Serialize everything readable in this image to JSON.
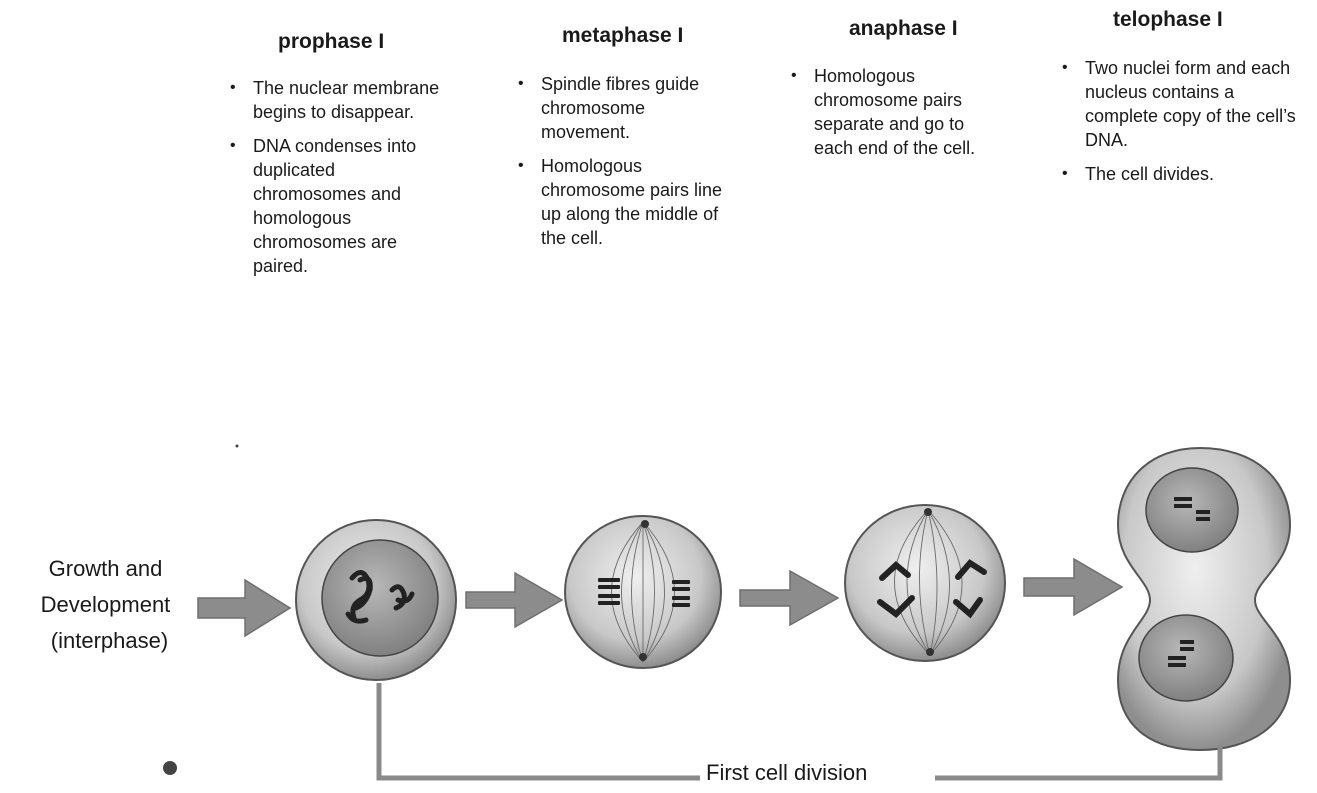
{
  "phases": [
    {
      "title": "prophase I",
      "bullets": [
        "The nuclear membrane begins to disappear.",
        "DNA condenses into duplicated chromosomes and homologous chromosomes are paired."
      ]
    },
    {
      "title": "metaphase I",
      "bullets": [
        "Spindle fibres guide chromosome movement.",
        "Homologous chromosome pairs line up along the middle of the cell."
      ]
    },
    {
      "title": "anaphase I",
      "bullets": [
        "Homologous chromosome pairs separate and go to each end of the cell."
      ]
    },
    {
      "title": "telophase I",
      "bullets": [
        "Two nuclei form and each nucleus contains a complete copy of the cell’s DNA.",
        "The cell divides."
      ]
    }
  ],
  "start_label": {
    "line1": "Growth and",
    "line2": "Development",
    "line3": "(interphase)"
  },
  "bracket_label": "First cell division",
  "colors": {
    "arrow": "#8a8a8a",
    "cell": "#c9c9c9",
    "nucleus": "#9a9a9a",
    "chromosome": "#222222"
  }
}
